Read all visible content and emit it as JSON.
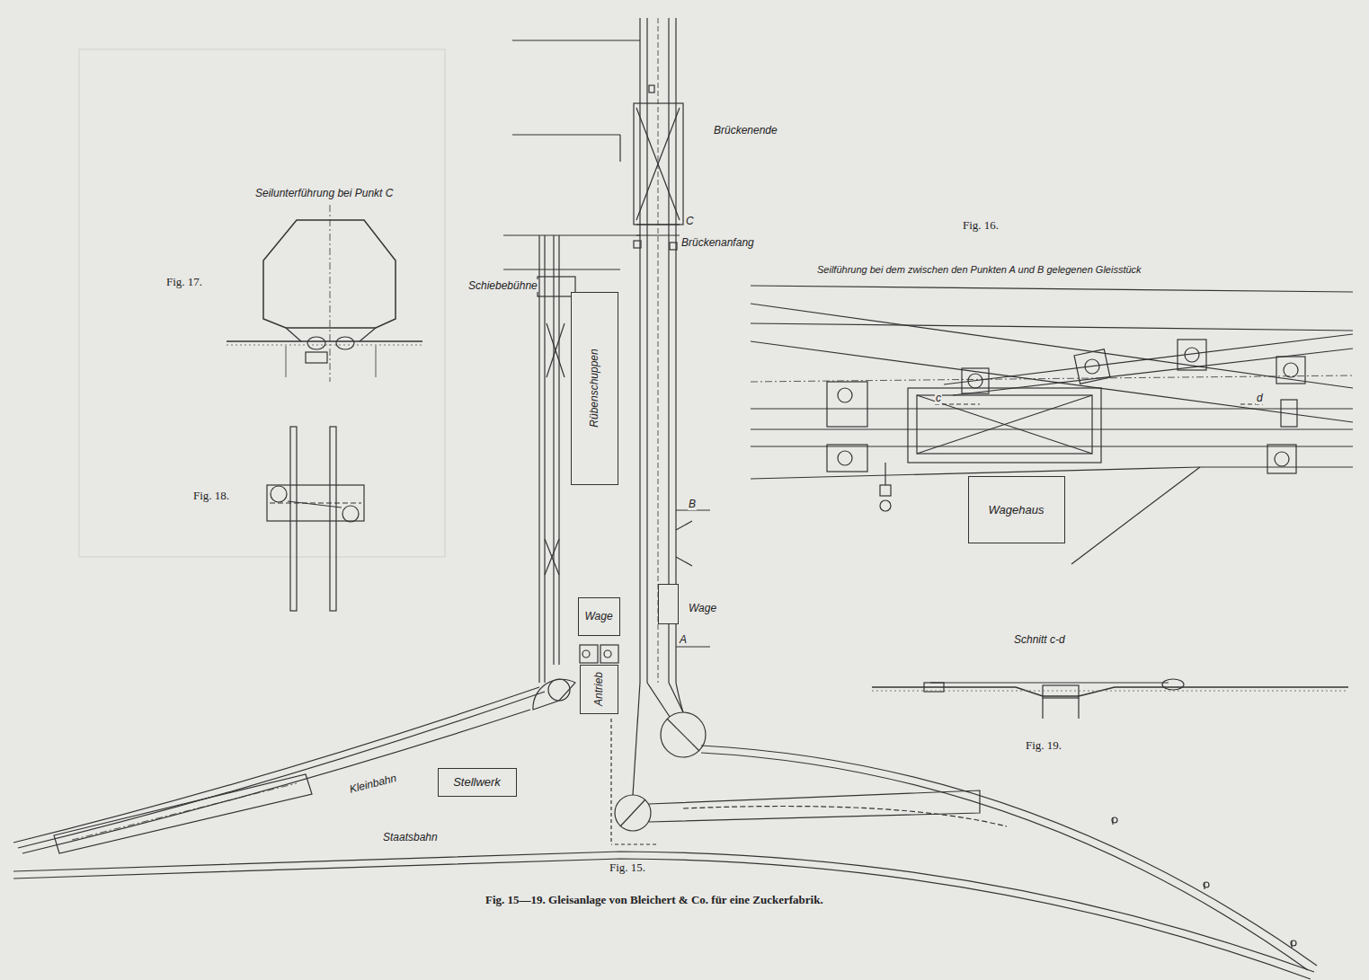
{
  "diagram": {
    "caption": "Fig. 15—19. Gleisanlage von Bleichert & Co. für eine Zuckerfabrik.",
    "nodes": [
      {
        "text": [
          "Rübenschuppen"
        ]
      },
      {
        "text": [
          "Wage"
        ]
      },
      {
        "text": [
          "Antrieb"
        ]
      },
      {
        "text": [
          "Wage"
        ]
      },
      {
        "text": [
          "Stellwerk"
        ]
      },
      {
        "text": [
          "Wagehaus"
        ]
      }
    ],
    "labels": [
      "Seilunterführung bei Punkt C",
      "Fig. 17.",
      "Fig. 18.",
      "Fig. 16.",
      "Seilführung bei dem zwischen den Punkten A und B gelegenen Gleisstück",
      "c",
      "d",
      "Schnitt c-d",
      "Fig. 19.",
      "Brückenende",
      "C",
      "Brückenanfang",
      "Schiebebühne",
      "B",
      "A",
      "Kleinbahn",
      "Staatsbahn",
      "Fig. 15."
    ]
  }
}
